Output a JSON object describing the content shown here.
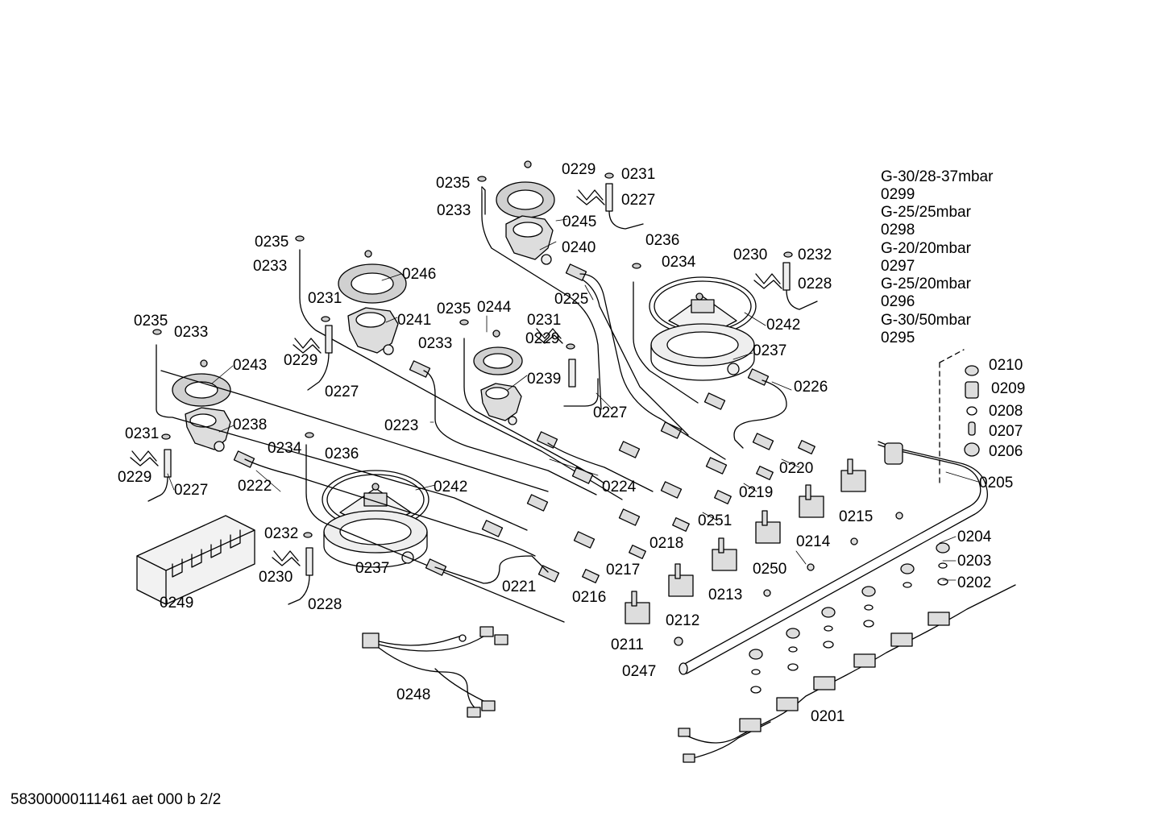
{
  "gas_variants": [
    {
      "name": "G-30/28-37mbar",
      "code": "0299"
    },
    {
      "name": "G-25/25mbar",
      "code": "0298"
    },
    {
      "name": "G-20/20mbar",
      "code": "0297"
    },
    {
      "name": "G-25/20mbar",
      "code": "0296"
    },
    {
      "name": "G-30/50mbar",
      "code": "0295"
    }
  ],
  "callouts": [
    "0235",
    "0233",
    "0245",
    "0229",
    "0231",
    "0227",
    "0240",
    "0236",
    "0234",
    "0230",
    "0232",
    "0228",
    "0235",
    "0233",
    "0246",
    "0231",
    "0241",
    "0229",
    "0227",
    "0235",
    "0244",
    "0231",
    "0233",
    "0229",
    "0239",
    "0225",
    "0242",
    "0237",
    "0226",
    "0235",
    "0233",
    "0243",
    "0238",
    "0231",
    "0229",
    "0227",
    "0223",
    "0227",
    "0234",
    "0236",
    "0222",
    "0242",
    "0224",
    "0220",
    "0219",
    "0251",
    "0218",
    "0215",
    "0214",
    "0250",
    "0213",
    "0217",
    "0212",
    "0216",
    "0211",
    "0247",
    "0232",
    "0230",
    "0237",
    "0221",
    "0228",
    "0249",
    "0248",
    "0201",
    "0210",
    "0209",
    "0208",
    "0207",
    "0206",
    "0205",
    "0204",
    "0203",
    "0202"
  ],
  "footer": "58300000111461 aet 000 b 2/2"
}
